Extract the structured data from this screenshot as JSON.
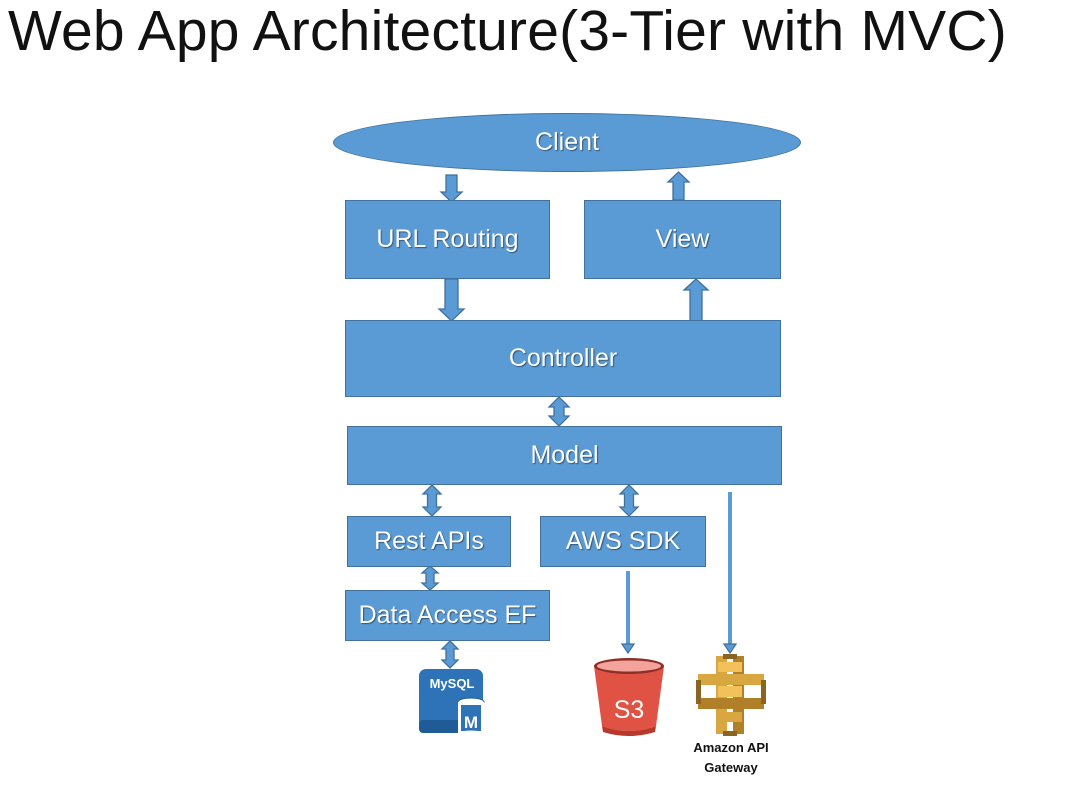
{
  "title": "Web App Architecture(3-Tier with MVC)",
  "nodes": {
    "client": "Client",
    "url_routing": "URL Routing",
    "view": "View",
    "controller": "Controller",
    "model": "Model",
    "rest_apis": "Rest APIs",
    "aws_sdk": "AWS SDK",
    "data_access": "Data Access EF"
  },
  "icons": {
    "mysql": {
      "name": "mysql-icon",
      "label": "MySQL",
      "badge": "M",
      "color": "#2e73b8"
    },
    "s3": {
      "name": "s3-bucket-icon",
      "label": "S3",
      "color": "#e05243"
    },
    "api_gateway": {
      "name": "api-gateway-icon",
      "color": "#d9a741",
      "caption_line1": "Amazon API",
      "caption_line2": "Gateway"
    }
  },
  "colors": {
    "box_fill": "#5b9bd5",
    "box_border": "#41719c"
  }
}
